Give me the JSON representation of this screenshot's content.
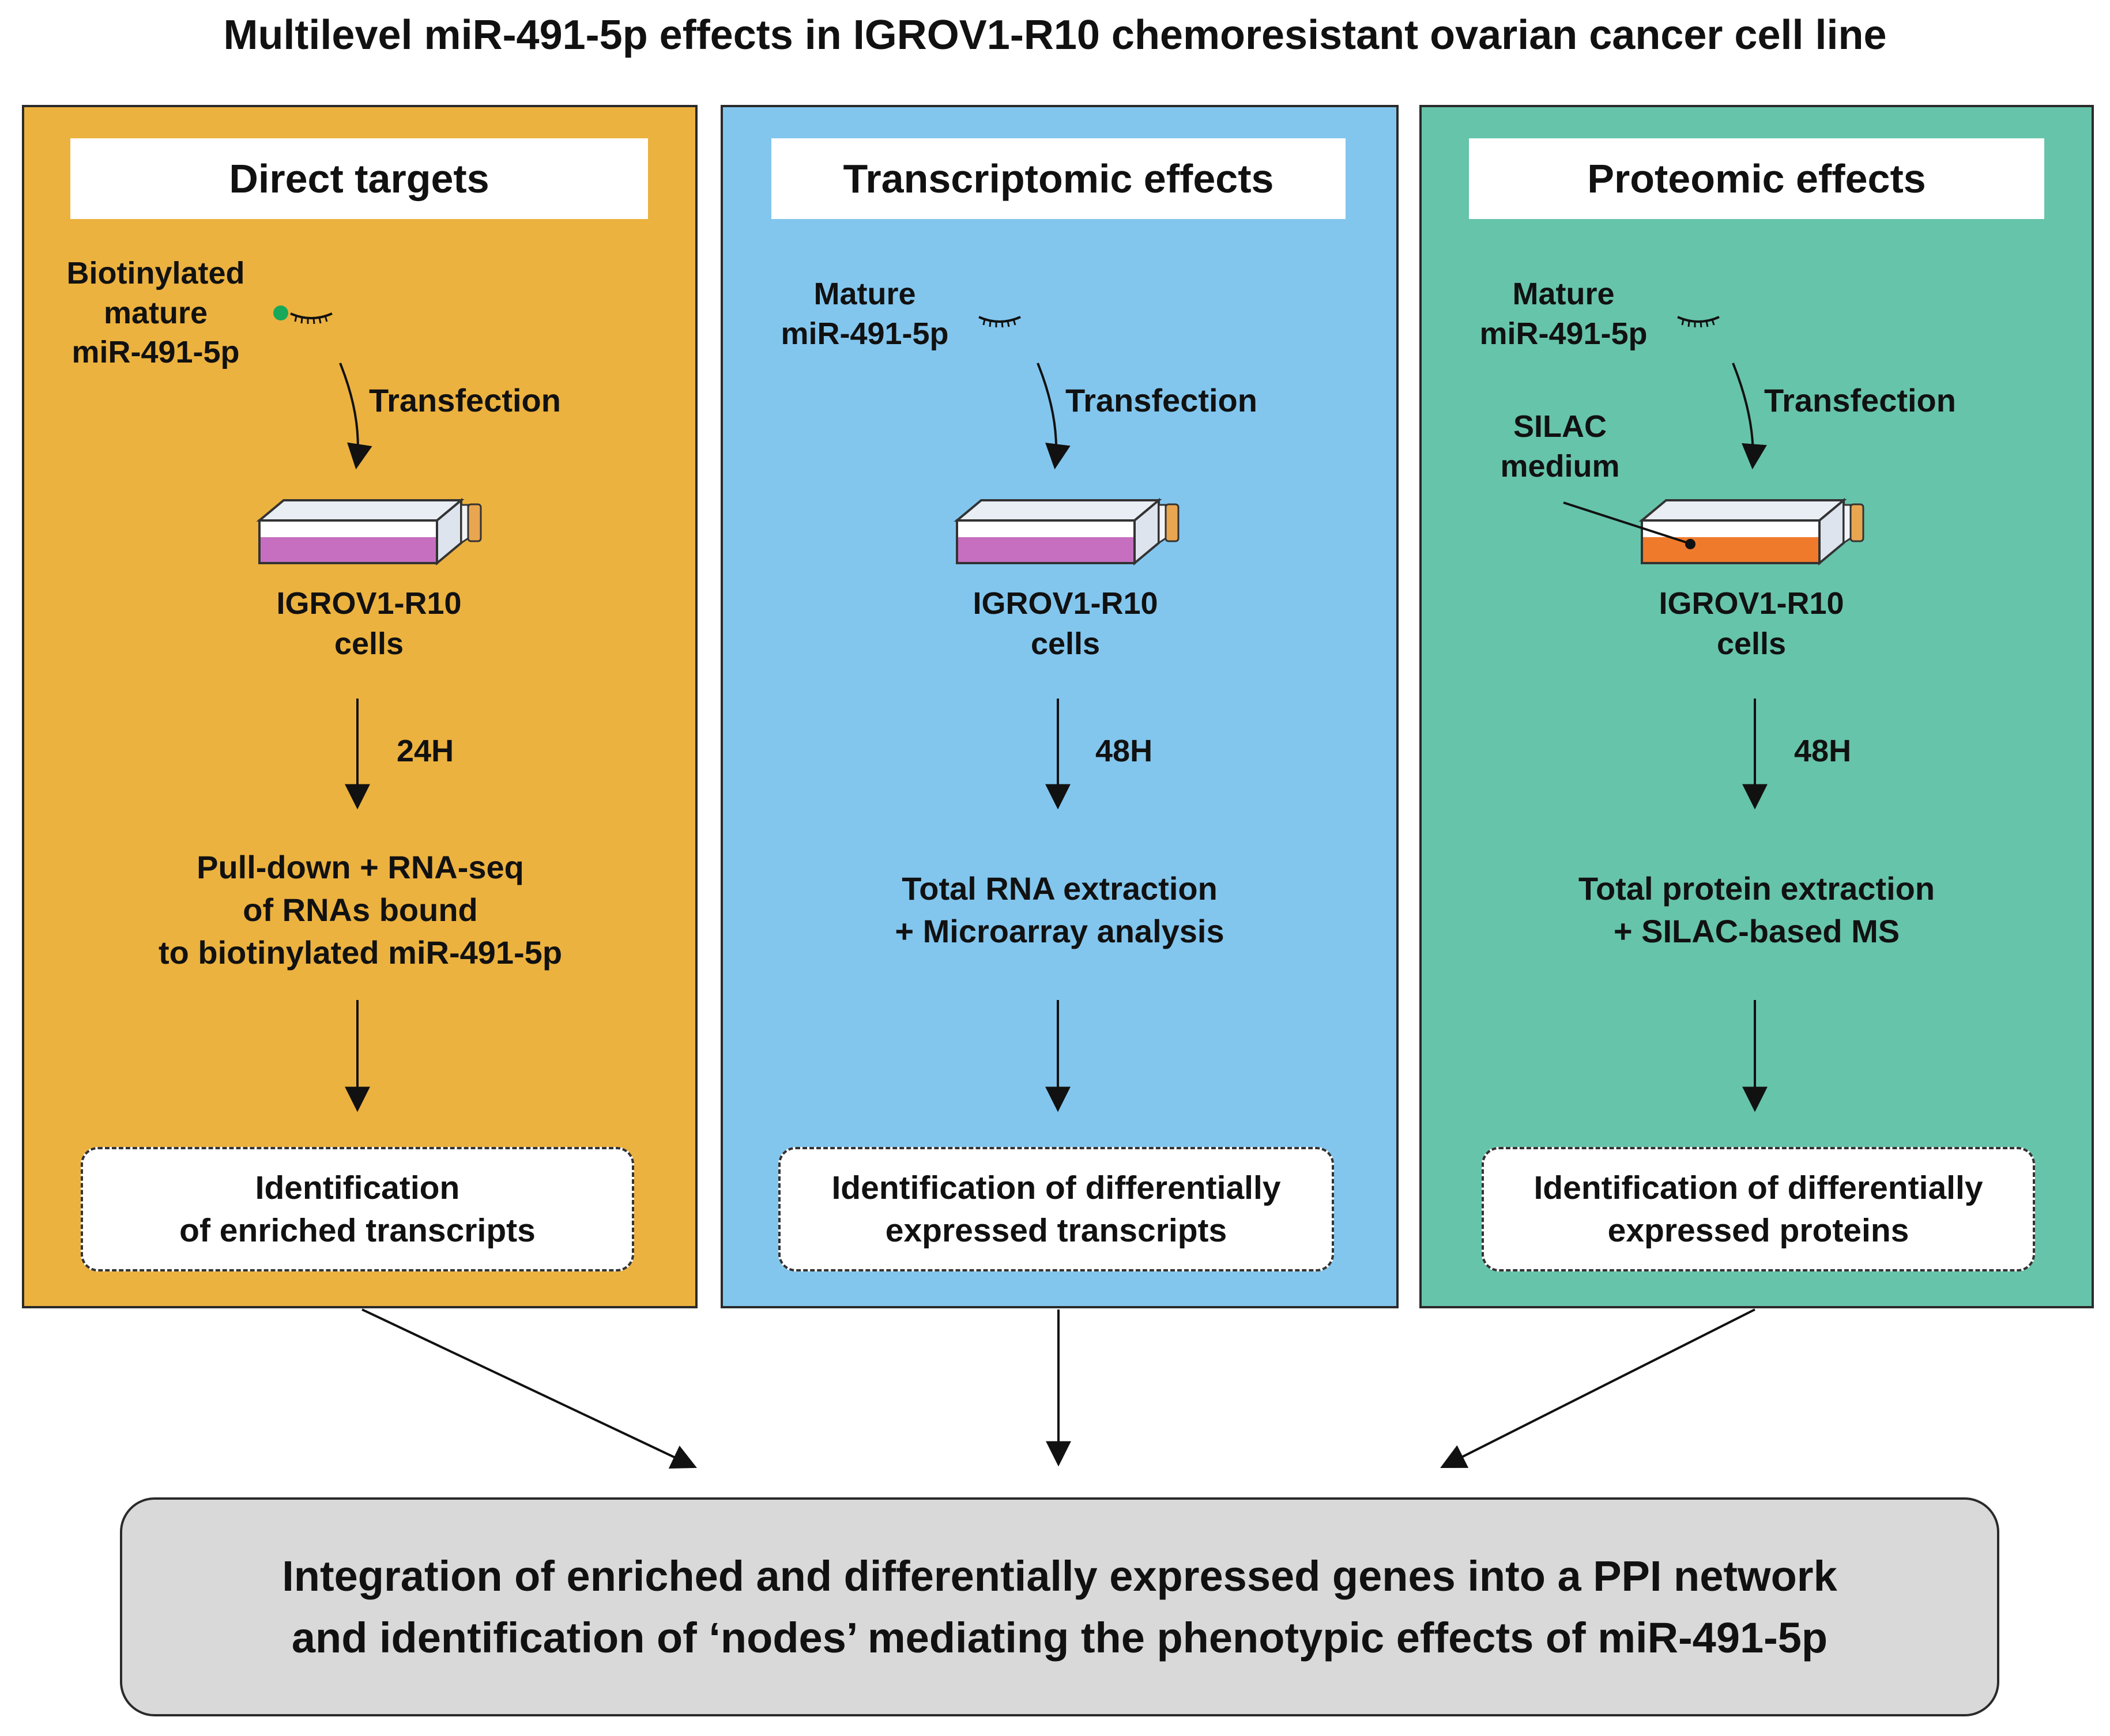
{
  "title": "Multilevel miR-491-5p effects in IGROV1-R10 chemoresistant ovarian cancer cell line",
  "colors": {
    "panel_orange": "#ecb23f",
    "panel_blue": "#82c6ee",
    "panel_green": "#66c4aa",
    "final_box": "#d9d9d9",
    "flask_purple": "#c66fc0",
    "flask_orange": "#f07a2c",
    "cap": "#e8a650",
    "biotin_dot": "#18a85a"
  },
  "panels": [
    {
      "header": "Direct targets",
      "mirna_line1": "Biotinylated",
      "mirna_line2": "mature",
      "mirna_line3": "miR-491-5p",
      "transfection": "Transfection",
      "cells_line1": "IGROV1-R10",
      "cells_line2": "cells",
      "time": "24H",
      "method_line1": "Pull-down + RNA-seq",
      "method_line2": "of RNAs bound",
      "method_line3": "to biotinylated miR-491-5p",
      "result_line1": "Identification",
      "result_line2": "of enriched transcripts"
    },
    {
      "header": "Transcriptomic effects",
      "mirna_line1": "Mature",
      "mirna_line2": "miR-491-5p",
      "transfection": "Transfection",
      "cells_line1": "IGROV1-R10",
      "cells_line2": "cells",
      "time": "48H",
      "method_line1": "Total RNA extraction",
      "method_line2": "+ Microarray analysis",
      "result_line1": "Identification of differentially",
      "result_line2": "expressed transcripts"
    },
    {
      "header": "Proteomic effects",
      "mirna_line1": "Mature",
      "mirna_line2": "miR-491-5p",
      "transfection": "Transfection",
      "medium_line1": "SILAC",
      "medium_line2": "medium",
      "cells_line1": "IGROV1-R10",
      "cells_line2": "cells",
      "time": "48H",
      "method_line1": "Total protein extraction",
      "method_line2": "+ SILAC-based MS",
      "result_line1": "Identification of differentially",
      "result_line2": "expressed proteins"
    }
  ],
  "integration": {
    "line1": "Integration of enriched and differentially expressed genes into a PPI network",
    "line2": "and identification of ‘nodes’ mediating the phenotypic effects of miR-491-5p"
  }
}
